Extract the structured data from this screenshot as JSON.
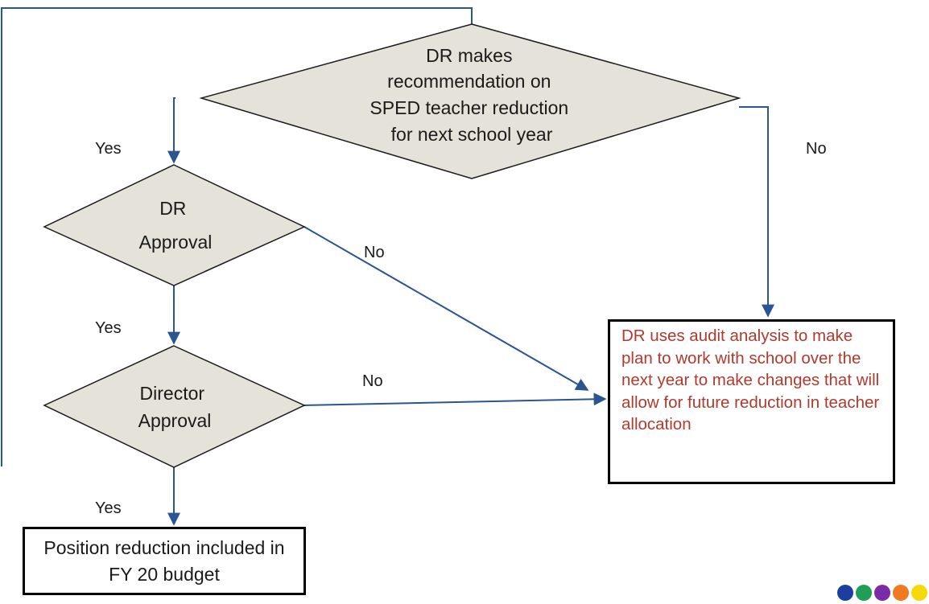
{
  "colors": {
    "diamond_fill": "#e5e3d9",
    "arrow": "#2b5590",
    "plan_text": "#b03a2e"
  },
  "diagram": {
    "recommendation": [
      "DR makes",
      "recommendation on",
      "SPED teacher reduction",
      "for next school year"
    ],
    "dr_approval": [
      "DR",
      "Approval"
    ],
    "director_approval": [
      "Director",
      "Approval"
    ],
    "result_box": "Position reduction included in FY 20 budget",
    "plan_box": "DR uses audit analysis to make plan to work with school over the next year to make changes that will allow for future reduction in teacher allocation",
    "labels": {
      "yes_1": "Yes",
      "no_1": "No",
      "yes_2": "Yes",
      "no_2": "No",
      "no_3": "No",
      "yes_3": "Yes"
    }
  },
  "footer_dots": [
    {
      "name": "blue-dot",
      "color": "#1b3fa0"
    },
    {
      "name": "green-dot",
      "color": "#1f9e58"
    },
    {
      "name": "purple-dot",
      "color": "#7d2aa8"
    },
    {
      "name": "orange-dot",
      "color": "#f07a22"
    },
    {
      "name": "yellow-dot",
      "color": "#f5d90a"
    }
  ]
}
